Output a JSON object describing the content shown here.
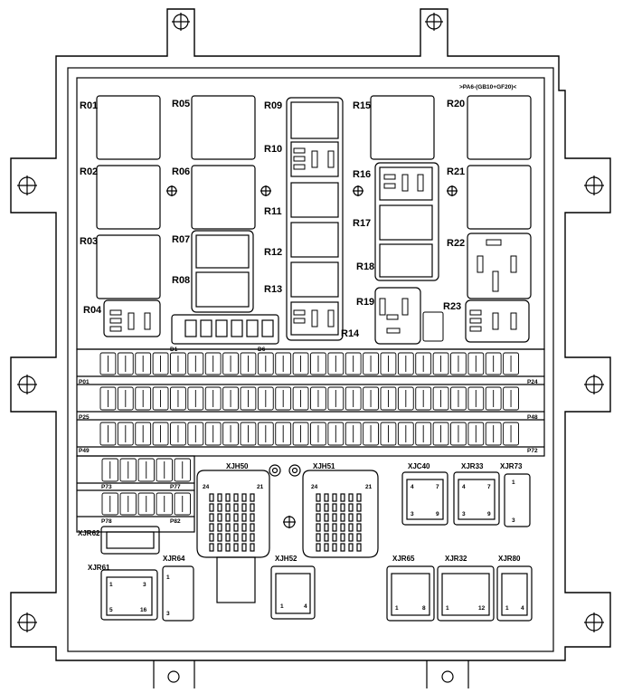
{
  "header_code": ">PA6-(GB10+GF20)<",
  "relays": {
    "col1": [
      "R01",
      "R02",
      "R03",
      "R04"
    ],
    "col2": [
      "R05",
      "R06",
      "R07",
      "R08"
    ],
    "col3": [
      "R09",
      "R10",
      "R11",
      "R12",
      "R13",
      "R14"
    ],
    "col4": [
      "R15",
      "R16",
      "R17",
      "R18",
      "R19"
    ],
    "col5": [
      "R20",
      "R21",
      "R22",
      "R23"
    ]
  },
  "diodes": {
    "first": "D1",
    "last": "D6"
  },
  "fuse_rows": {
    "row1_start": "P01",
    "row1_end": "P24",
    "row2_start": "P25",
    "row2_end": "P48",
    "row3_start": "P49",
    "row3_end": "P72",
    "row4_start": "P73",
    "row4_end": "P77",
    "row5_start": "P78",
    "row5_end": "P82"
  },
  "connectors": {
    "xjh50": {
      "label": "XJH50",
      "pin_a": "24",
      "pin_b": "21"
    },
    "xjh51": {
      "label": "XJH51",
      "pin_a": "24",
      "pin_b": "21"
    },
    "xjc40": {
      "label": "XJC40",
      "pin_a": "4",
      "pin_b": "7",
      "pin_c": "3",
      "pin_d": "9"
    },
    "xjr33": {
      "label": "XJR33",
      "pin_a": "4",
      "pin_b": "7",
      "pin_c": "3",
      "pin_d": "9"
    },
    "xjr73": {
      "label": "XJR73",
      "pin_a": "1",
      "pin_b": "3"
    },
    "xjr62": {
      "label": "XJR62"
    },
    "xjr61": {
      "label": "XJR61",
      "pin_a": "1",
      "pin_b": "3",
      "pin_c": "5",
      "pin_d": "16"
    },
    "xjr64": {
      "label": "XJR64",
      "pin_a": "1",
      "pin_b": "3"
    },
    "xjh52": {
      "label": "XJH52",
      "pin_a": "1",
      "pin_b": "4"
    },
    "xjr65": {
      "label": "XJR65",
      "pin_a": "1",
      "pin_b": "8"
    },
    "xjr32": {
      "label": "XJR32",
      "pin_a": "1",
      "pin_b": "12"
    },
    "xjr80": {
      "label": "XJR80",
      "pin_a": "1",
      "pin_b": "4"
    }
  }
}
